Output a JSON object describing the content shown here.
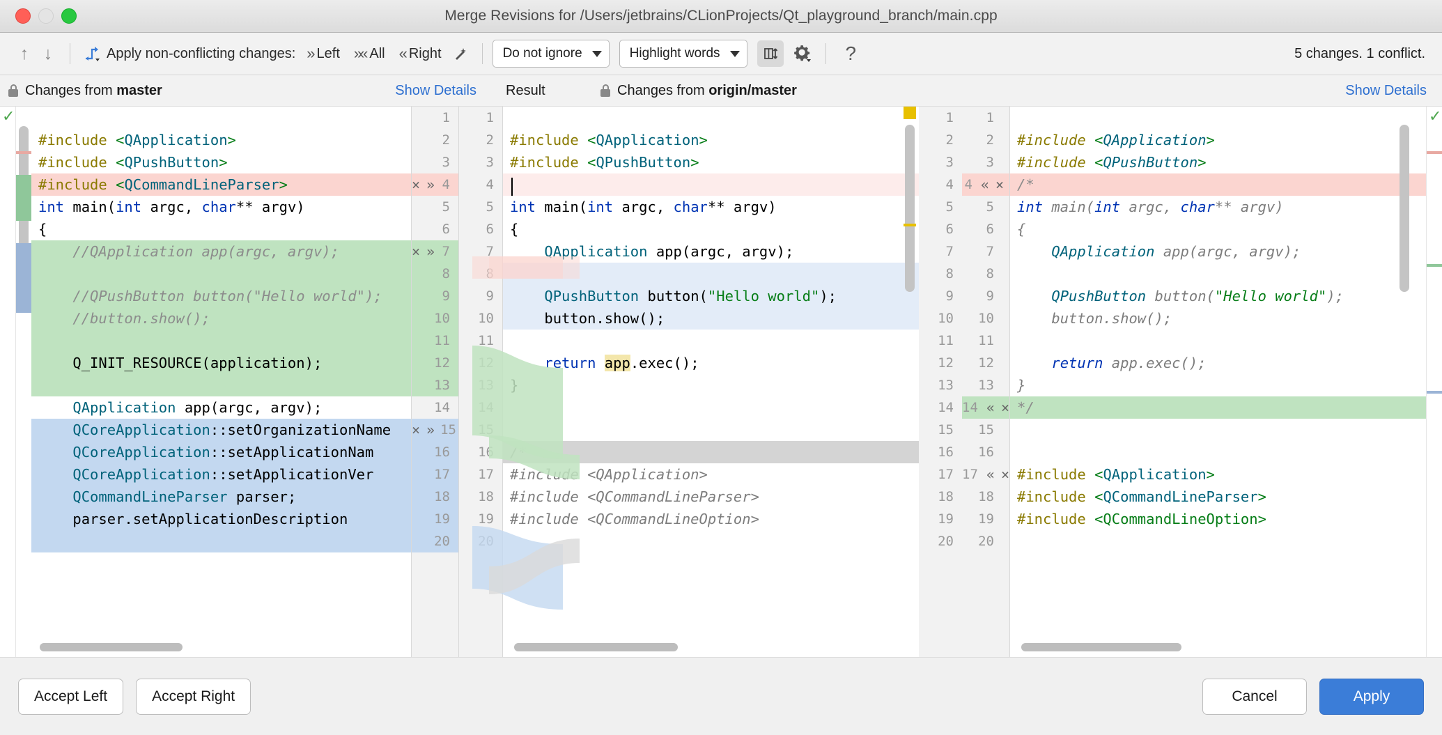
{
  "window": {
    "title": "Merge Revisions for /Users/jetbrains/CLionProjects/Qt_playground_branch/main.cpp",
    "controls": {
      "close": "close-button",
      "minimize": "minimize-button",
      "zoom": "zoom-button"
    }
  },
  "toolbar": {
    "prev_icon": "arrow-up-icon",
    "next_icon": "arrow-down-icon",
    "resolve_icon": "apply-all-icon",
    "apply_label": "Apply non-conflicting changes:",
    "left_label": "Left",
    "all_label": "All",
    "right_label": "Right",
    "magic_icon": "magic-resolve-icon",
    "ignore_select": "Do not ignore",
    "highlight_select": "Highlight words",
    "collapse_icon": "collapse-unchanged-icon",
    "settings_icon": "gear-icon",
    "help_icon": "help-icon",
    "status": "5 changes. 1 conflict."
  },
  "panes": {
    "left": {
      "prefix": "Changes from",
      "branch": "master",
      "details_link": "Show Details",
      "lock_icon": "lock-icon"
    },
    "center": {
      "title": "Result"
    },
    "right": {
      "prefix": "Changes from",
      "branch": "origin/master",
      "details_link": "Show Details",
      "lock_icon": "lock-icon"
    }
  },
  "left_lines": [
    {
      "n": "1",
      "text": "",
      "bg": "none",
      "acts": []
    },
    {
      "n": "2",
      "text": "#include <QApplication>",
      "bg": "none",
      "acts": []
    },
    {
      "n": "3",
      "text": "#include <QPushButton>",
      "bg": "none",
      "acts": []
    },
    {
      "n": "4",
      "text": "#include <QCommandLineParser>",
      "bg": "red",
      "acts": [
        "×",
        "»"
      ]
    },
    {
      "n": "5",
      "text": "int main(int argc, char** argv)",
      "bg": "none",
      "acts": []
    },
    {
      "n": "6",
      "text": "{",
      "bg": "none",
      "acts": []
    },
    {
      "n": "7",
      "text": "    //QApplication app(argc, argv);",
      "bg": "green",
      "acts": [
        "×",
        "»"
      ]
    },
    {
      "n": "8",
      "text": "",
      "bg": "green",
      "acts": []
    },
    {
      "n": "9",
      "text": "    //QPushButton button(\"Hello world\");",
      "bg": "green",
      "acts": []
    },
    {
      "n": "10",
      "text": "    //button.show();",
      "bg": "green",
      "acts": []
    },
    {
      "n": "11",
      "text": "",
      "bg": "green",
      "acts": []
    },
    {
      "n": "12",
      "text": "    Q_INIT_RESOURCE(application);",
      "bg": "green",
      "acts": []
    },
    {
      "n": "13",
      "text": "",
      "bg": "green",
      "acts": []
    },
    {
      "n": "14",
      "text": "    QApplication app(argc, argv);",
      "bg": "none",
      "acts": []
    },
    {
      "n": "15",
      "text": "    QCoreApplication::setOrganizationName",
      "bg": "blue",
      "acts": [
        "×",
        "»"
      ]
    },
    {
      "n": "16",
      "text": "    QCoreApplication::setApplicationNam",
      "bg": "blue",
      "acts": []
    },
    {
      "n": "17",
      "text": "    QCoreApplication::setApplicationVer",
      "bg": "blue",
      "acts": []
    },
    {
      "n": "18",
      "text": "    QCommandLineParser parser;",
      "bg": "blue",
      "acts": []
    },
    {
      "n": "19",
      "text": "    parser.setApplicationDescription",
      "bg": "blue",
      "acts": []
    },
    {
      "n": "20",
      "text": "",
      "bg": "blue",
      "acts": []
    }
  ],
  "center_lines": [
    {
      "n": "1",
      "text": "",
      "bg": "none",
      "rowbg": "none"
    },
    {
      "n": "2",
      "text": "#include <QApplication>",
      "bg": "none",
      "rowbg": "none"
    },
    {
      "n": "3",
      "text": "#include <QPushButton>",
      "bg": "none",
      "rowbg": "none"
    },
    {
      "n": "4",
      "text": "",
      "bg": "redl",
      "rowbg": "redl"
    },
    {
      "n": "5",
      "text": "int main(int argc, char** argv)",
      "bg": "none",
      "rowbg": "none"
    },
    {
      "n": "6",
      "text": "{",
      "bg": "none",
      "rowbg": "none"
    },
    {
      "n": "7",
      "text": "    QApplication app(argc, argv);",
      "bg": "none",
      "rowbg": "none"
    },
    {
      "n": "8",
      "text": "",
      "bg": "bluel",
      "rowbg": "bluel"
    },
    {
      "n": "9",
      "text": "    QPushButton button(\"Hello world\");",
      "bg": "bluel",
      "rowbg": "bluel"
    },
    {
      "n": "10",
      "text": "    button.show();",
      "bg": "bluel",
      "rowbg": "bluel"
    },
    {
      "n": "11",
      "text": "",
      "bg": "none",
      "rowbg": "none"
    },
    {
      "n": "12",
      "text": "    return app.exec();",
      "bg": "none",
      "rowbg": "none"
    },
    {
      "n": "13",
      "text": "}",
      "bg": "none",
      "rowbg": "none"
    },
    {
      "n": "14",
      "text": "",
      "bg": "none",
      "rowbg": "none"
    },
    {
      "n": "15",
      "text": "",
      "bg": "none",
      "rowbg": "none"
    },
    {
      "n": "16",
      "text": "/*",
      "bg": "grey",
      "rowbg": "grey"
    },
    {
      "n": "17",
      "text": "#include <QApplication>",
      "bg": "none",
      "rowbg": "none"
    },
    {
      "n": "18",
      "text": "#include <QCommandLineParser>",
      "bg": "none",
      "rowbg": "none"
    },
    {
      "n": "19",
      "text": "#include <QCommandLineOption>",
      "bg": "none",
      "rowbg": "none"
    },
    {
      "n": "20",
      "text": "",
      "bg": "none",
      "rowbg": "none"
    }
  ],
  "right_lines": [
    {
      "n": "1",
      "text": "",
      "bg": "none",
      "acts": []
    },
    {
      "n": "2",
      "text": "#include <QApplication>",
      "bg": "none",
      "acts": []
    },
    {
      "n": "3",
      "text": "#include <QPushButton>",
      "bg": "none",
      "acts": []
    },
    {
      "n": "4",
      "text": "/*",
      "bg": "red",
      "acts": [
        "«",
        "×"
      ]
    },
    {
      "n": "5",
      "text": "int main(int argc, char** argv)",
      "bg": "none",
      "acts": []
    },
    {
      "n": "6",
      "text": "{",
      "bg": "none",
      "acts": []
    },
    {
      "n": "7",
      "text": "    QApplication app(argc, argv);",
      "bg": "none",
      "acts": []
    },
    {
      "n": "8",
      "text": "",
      "bg": "none",
      "acts": []
    },
    {
      "n": "9",
      "text": "    QPushButton button(\"Hello world\");",
      "bg": "none",
      "acts": []
    },
    {
      "n": "10",
      "text": "    button.show();",
      "bg": "none",
      "acts": []
    },
    {
      "n": "11",
      "text": "",
      "bg": "none",
      "acts": []
    },
    {
      "n": "12",
      "text": "    return app.exec();",
      "bg": "none",
      "acts": []
    },
    {
      "n": "13",
      "text": "}",
      "bg": "none",
      "acts": []
    },
    {
      "n": "14",
      "text": "*/",
      "bg": "green",
      "acts": [
        "«",
        "×"
      ]
    },
    {
      "n": "15",
      "text": "",
      "bg": "none",
      "acts": []
    },
    {
      "n": "16",
      "text": "",
      "bg": "none",
      "acts": []
    },
    {
      "n": "17",
      "text": "#include <QApplication>",
      "bg": "none",
      "acts": [
        "«",
        "×"
      ]
    },
    {
      "n": "18",
      "text": "#include <QCommandLineParser>",
      "bg": "none",
      "acts": []
    },
    {
      "n": "19",
      "text": "#include <QCommandLineOption>",
      "bg": "none",
      "acts": []
    },
    {
      "n": "20",
      "text": "",
      "bg": "none",
      "acts": []
    }
  ],
  "footer": {
    "accept_left": "Accept Left",
    "accept_right": "Accept Right",
    "cancel": "Cancel",
    "apply": "Apply"
  },
  "colors": {
    "accent": "#3b7dd8",
    "link": "#2d6fd0",
    "added": "#bfe3c0",
    "deleted": "#fbd5d0",
    "modified": "#c3d8f0",
    "conflict": "#d4d4d4"
  }
}
